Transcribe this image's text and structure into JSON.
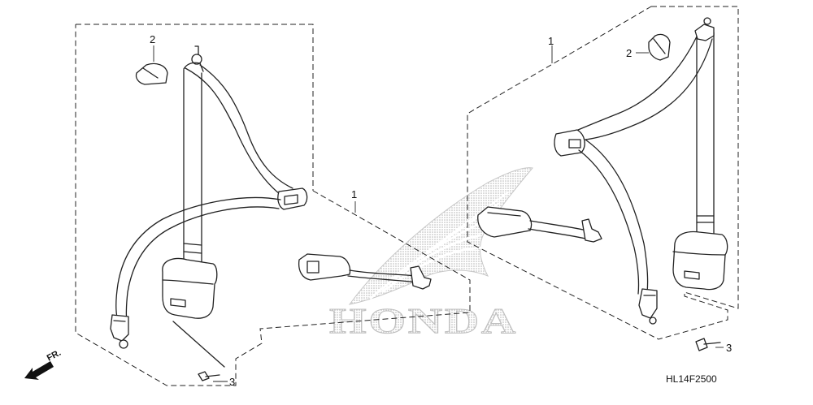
{
  "callouts": {
    "left_retractor": "2",
    "left_assembly": "1",
    "left_bolt": "3",
    "center_buckle": "1",
    "right_assembly": "1",
    "right_retractor": "2",
    "right_bolt": "3"
  },
  "watermark": {
    "brand": "HONDA"
  },
  "front_indicator": {
    "label": "FR."
  },
  "diagram_code": "HL14F2500",
  "colors": {
    "line": "#222222",
    "watermark": "#bfbfbf",
    "background": "#ffffff"
  }
}
